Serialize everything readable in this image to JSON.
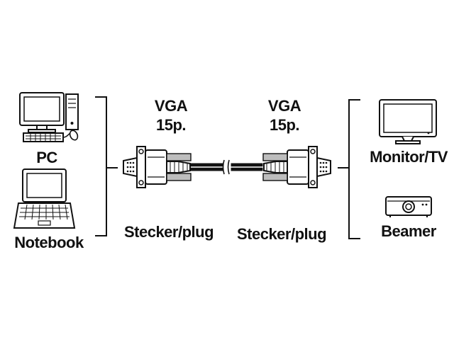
{
  "left_devices": {
    "pc_label": "PC",
    "notebook_label": "Notebook"
  },
  "right_devices": {
    "monitor_label": "Monitor/TV",
    "beamer_label": "Beamer"
  },
  "connector_left": {
    "type_label": "VGA",
    "pins_label": "15p.",
    "gender_label": "Stecker/plug"
  },
  "connector_right": {
    "type_label": "VGA",
    "pins_label": "15p.",
    "gender_label": "Stecker/plug"
  },
  "colors": {
    "line": "#111111",
    "fill": "#ffffff",
    "grey": "#bdbdbd"
  }
}
